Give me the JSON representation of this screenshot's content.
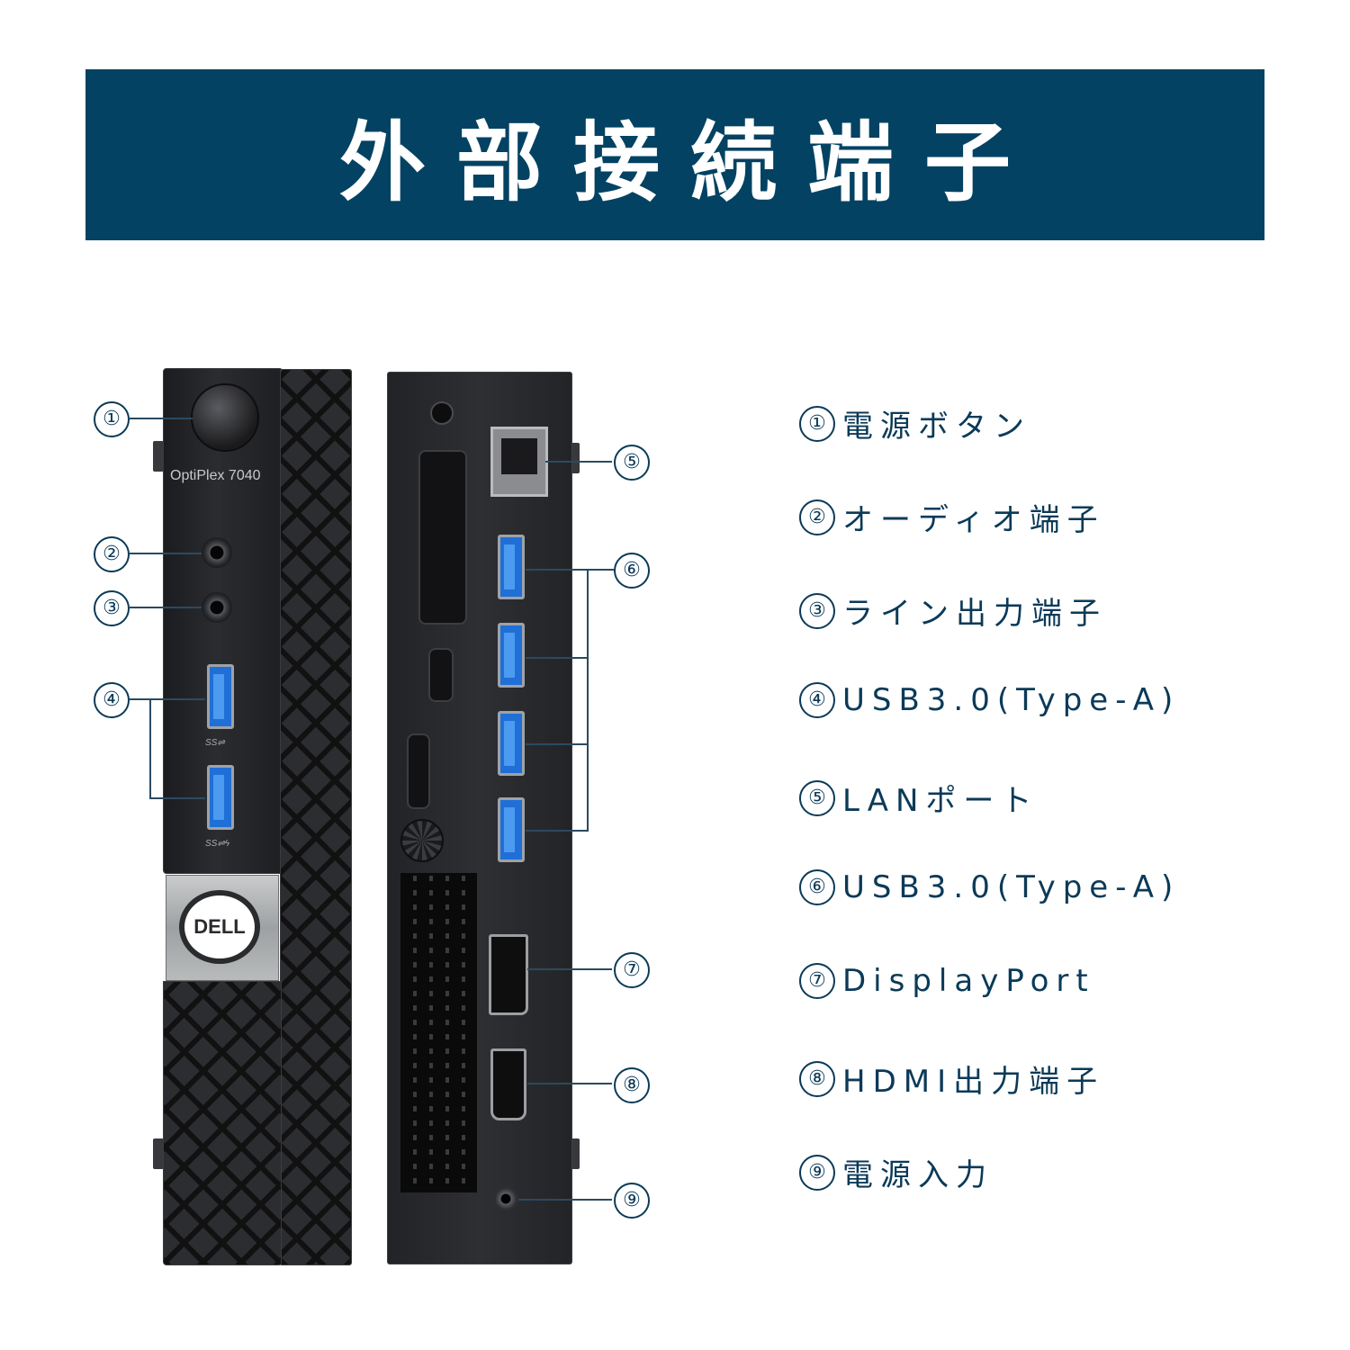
{
  "banner": {
    "title": "外部接続端子"
  },
  "device": {
    "model_label": "OptiPlex 7040",
    "brand_logo": "DELL",
    "colors": {
      "banner": "#034262",
      "text": "#0b3a58",
      "usb_blue": "#1f6fd6",
      "chassis": "#2b2c30"
    }
  },
  "callouts": [
    "①",
    "②",
    "③",
    "④",
    "⑤",
    "⑥",
    "⑦",
    "⑧",
    "⑨"
  ],
  "legend": [
    {
      "num": "①",
      "label": "電源ボタン"
    },
    {
      "num": "②",
      "label": "オーディオ端子"
    },
    {
      "num": "③",
      "label": "ライン出力端子"
    },
    {
      "num": "④",
      "label": "USB3.0(Type-A)"
    },
    {
      "num": "⑤",
      "label": "LANポート"
    },
    {
      "num": "⑥",
      "label": "USB3.0(Type-A)"
    },
    {
      "num": "⑦",
      "label": "DisplayPort"
    },
    {
      "num": "⑧",
      "label": "HDMI出力端子"
    },
    {
      "num": "⑨",
      "label": "電源入力"
    }
  ]
}
